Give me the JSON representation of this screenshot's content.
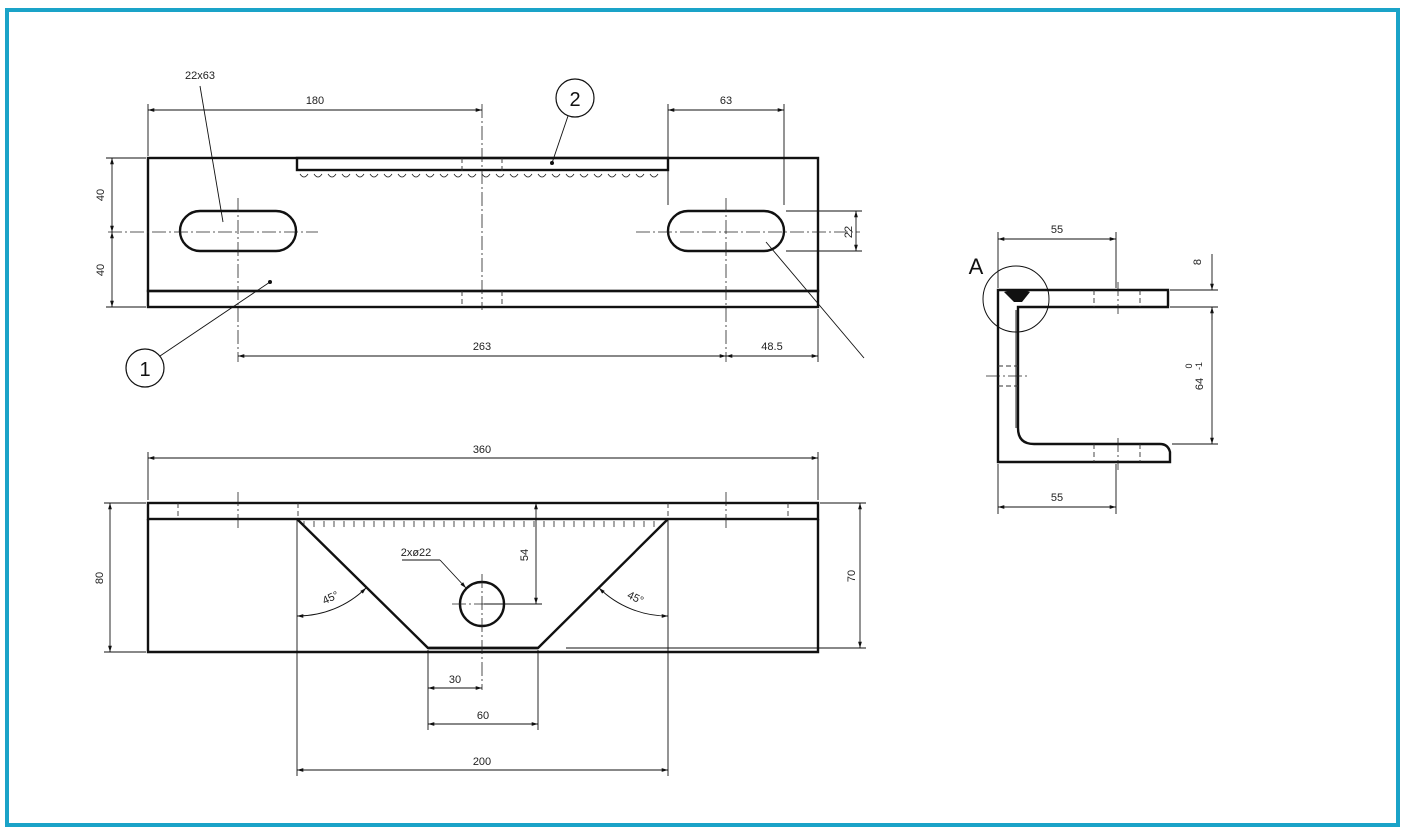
{
  "top_view": {
    "slot_label": "22x63",
    "dim_180": "180",
    "dim_63": "63",
    "dim_40_upper": "40",
    "dim_40_lower": "40",
    "dim_22": "22",
    "dim_263": "263",
    "dim_48_5": "48.5",
    "balloon_1": "1",
    "balloon_2": "2"
  },
  "front_view": {
    "dim_360": "360",
    "dim_80": "80",
    "dim_70": "70",
    "dim_54": "54",
    "hole_label": "2xø22",
    "angle_left": "45°",
    "angle_right": "45°",
    "dim_30": "30",
    "dim_60": "60",
    "dim_200": "200"
  },
  "side_view": {
    "detail_label": "A",
    "dim_55_top": "55",
    "dim_55_bottom": "55",
    "dim_8": "8",
    "dim_64": "64",
    "tol_upper": "0",
    "tol_lower": "-1"
  },
  "colors": {
    "frame": "#1aa3c8",
    "line": "#111111"
  }
}
